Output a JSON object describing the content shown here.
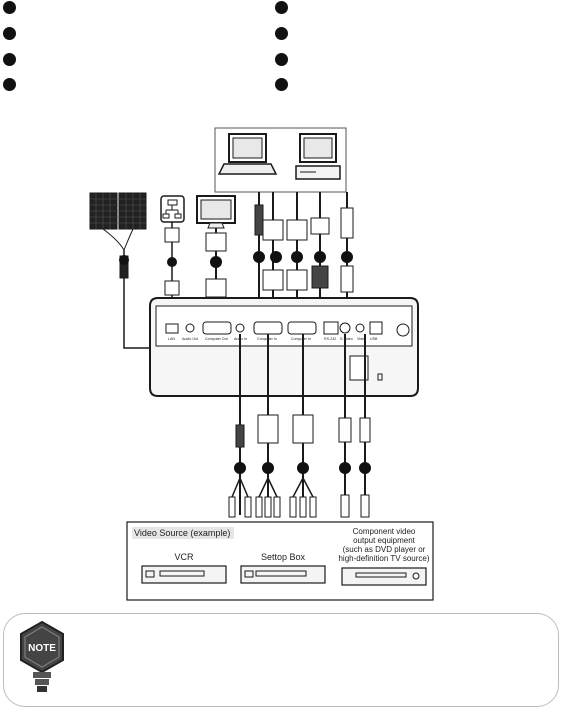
{
  "bullets_left_count": 4,
  "bullets_right_count": 4,
  "video_source_box": {
    "heading": "Video Source (example)",
    "vcr_label": "VCR",
    "settop_label": "Settop Box",
    "component_label_lines": [
      "Component video",
      "output equipment",
      "(such as DVD player or",
      "high-definition TV source)"
    ]
  },
  "projector_ports": [
    "LAN",
    "Audio Out",
    "Computer Out",
    "Audio In",
    "Computer In",
    "Computer In",
    "RS-232",
    "S-Video",
    "Video",
    "USB"
  ],
  "note_icon_text": "NOTE",
  "colors": {
    "line": "#1a1a1a",
    "device_fill": "#f4f4f4",
    "panel_fill": "#222222",
    "note_icon": "#444444"
  }
}
